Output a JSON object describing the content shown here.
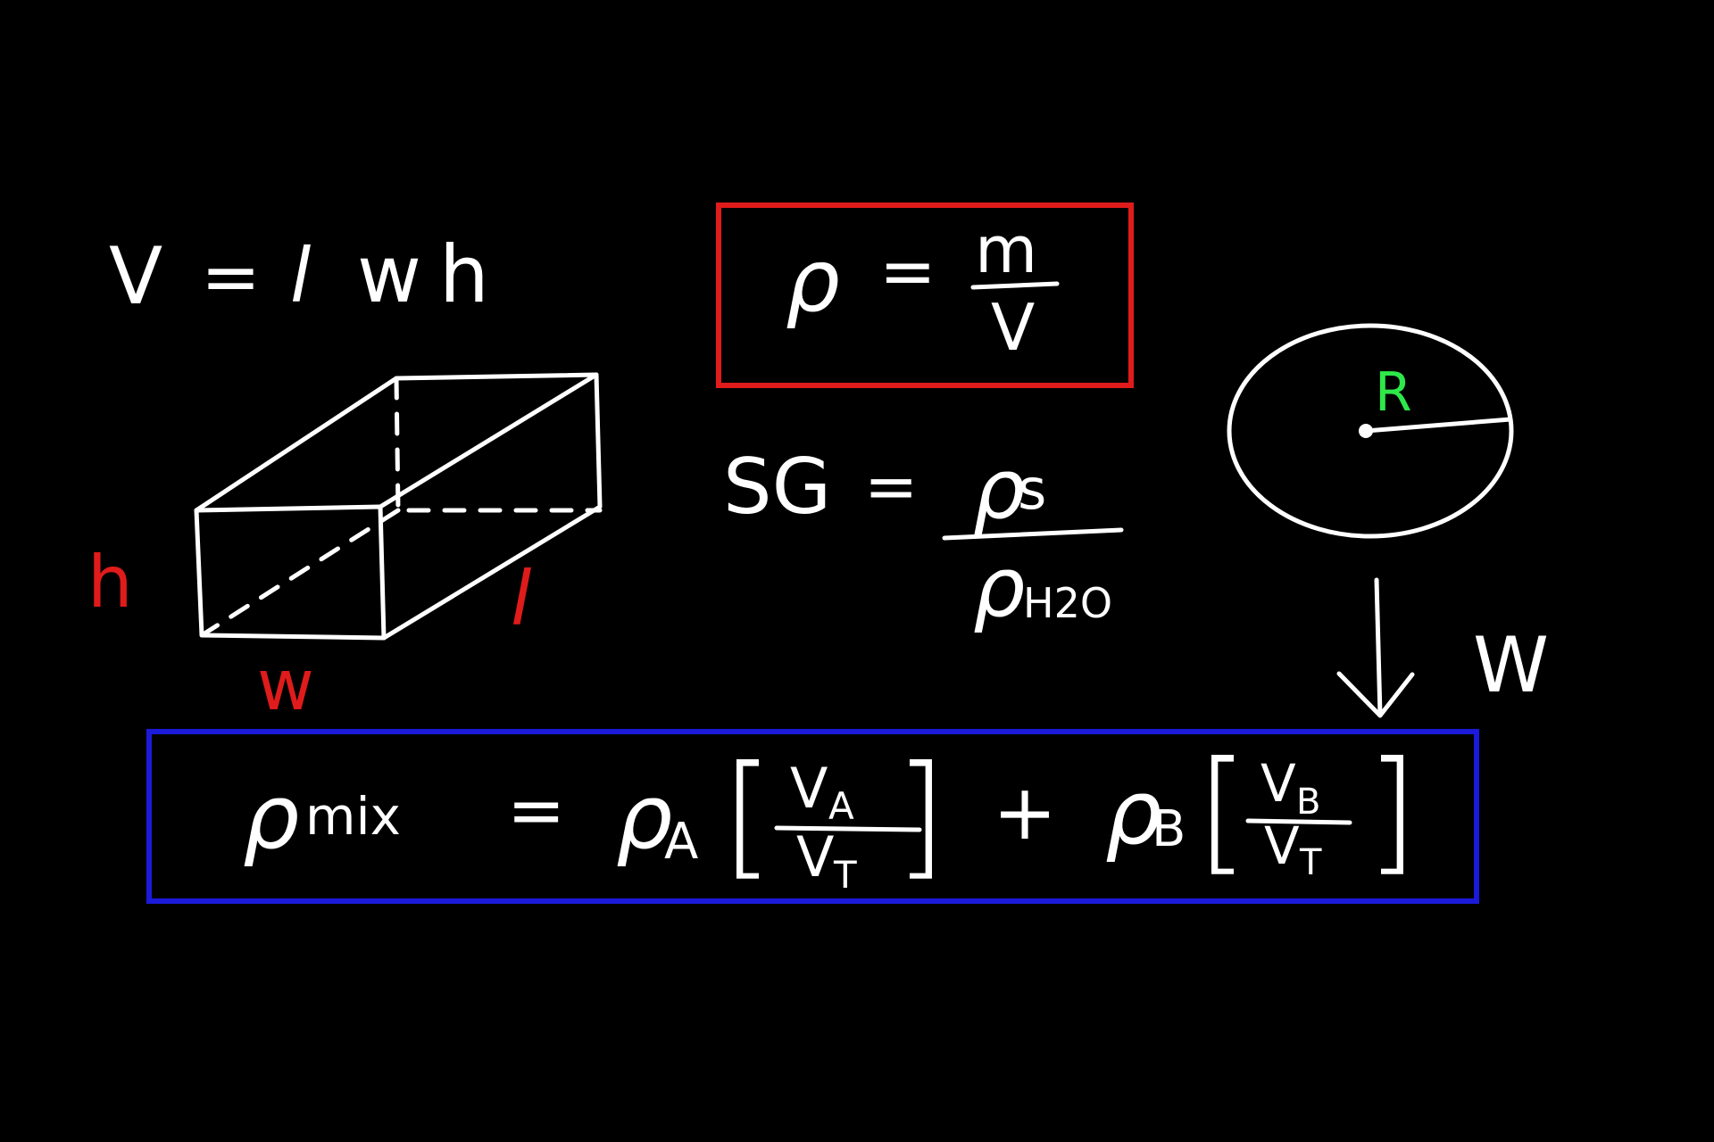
{
  "colors": {
    "background": "#000000",
    "ink": "#ffffff",
    "red": "#e01b1b",
    "blue": "#1a1ad8",
    "green": "#2ee84a"
  },
  "volume": {
    "v": "V",
    "eq": "=",
    "l": "l",
    "w": "w",
    "h": "h"
  },
  "box_labels": {
    "h": "h",
    "w": "w",
    "l": "l"
  },
  "density": {
    "rho": "ρ",
    "eq": "=",
    "m": "m",
    "v": "V"
  },
  "specific_gravity": {
    "sg": "SG",
    "eq": "=",
    "rho_num": "ρ",
    "rho_num_sub": "s",
    "rho_den": "ρ",
    "rho_den_sub": "H2O"
  },
  "circle": {
    "r": "R",
    "w": "W"
  },
  "mixture": {
    "rho": "ρ",
    "rho_sub": "mix",
    "eq": "=",
    "rho_a": "ρ",
    "rho_a_sub": "A",
    "va": "V",
    "va_sub": "A",
    "vt1": "V",
    "vt1_sub": "T",
    "plus": "+",
    "rho_b": "ρ",
    "rho_b_sub": "B",
    "vb": "V",
    "vb_sub": "B",
    "vt2": "V",
    "vt2_sub": "T",
    "lbrack": "[",
    "rbrack": "]"
  }
}
